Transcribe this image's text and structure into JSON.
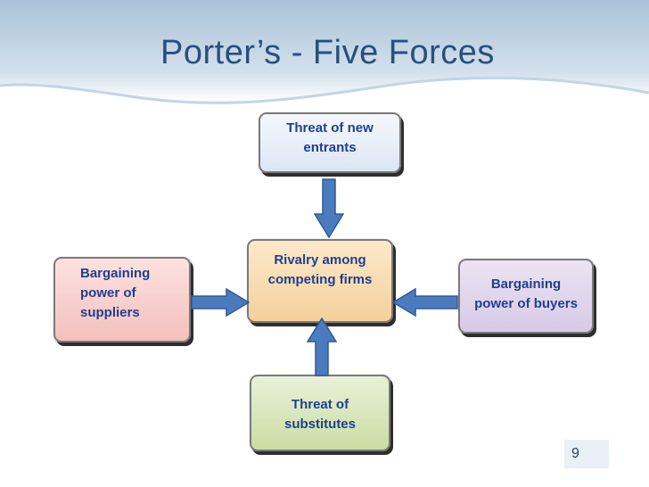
{
  "slide": {
    "title": "Porter’s - Five Forces",
    "page_number": "9"
  },
  "forces": {
    "top": "Threat of new\nentrants",
    "center": "Rivalry among\ncompeting firms",
    "left": "Bargaining\npower of\nsuppliers",
    "right": "Bargaining\npower of buyers",
    "bottom": "Threat of\nsubstitutes"
  },
  "colors": {
    "title": "#2a4f7c",
    "box_text": "#1f3f8f",
    "arrow_fill": "#4a7bbf",
    "arrow_stroke": "#2f5b94",
    "header_band": "#b7cde0",
    "top_box": "#dbe6f4",
    "center_box": "#f3d09a",
    "left_box": "#f3c0bd",
    "right_box": "#d6c9e6",
    "bottom_box": "#cbdca4"
  }
}
